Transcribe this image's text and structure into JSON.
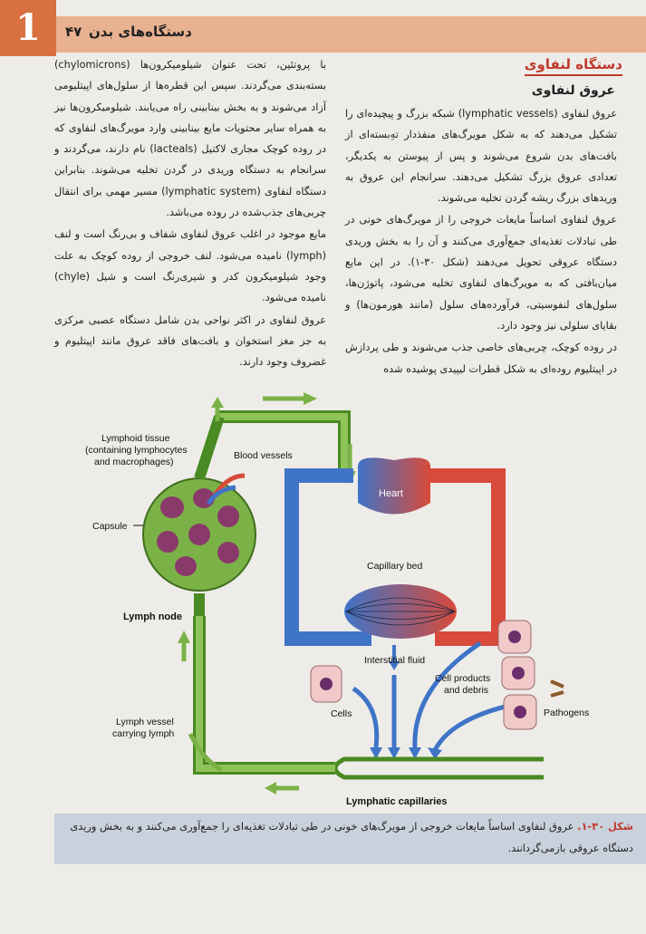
{
  "header": {
    "chapter_number": "1",
    "page_number": "۴۷",
    "title": "دستگاه‌های بدن"
  },
  "section_heading": "دستگاه لنفاوی",
  "sub_heading": "عروق لنفاوی",
  "right_column": {
    "p1": "عروق لنفاوی (lymphatic vessels) شبکه بزرگ و پیچیده‌ای را تشکیل می‌دهند که به شکل مویرگ‌های منفذدار تهِ‌بسته‌ای از بافت‌های بدن شروع می‌شوند و پس از پیوستن به یکدیگر، تعدادی عروق بزرگ تشکیل می‌دهند. سرانجام این عروق به وریدهای بزرگ ریشه گردن تخلیه می‌شوند.",
    "p2": "عروق لنفاوی اساساً مایعات خروجی را از مویرگ‌های خونی در طی تبادلات تغذیه‌ای جمع‌آوری می‌کنند و آن را به بخش وریدی دستگاه عروقی تحویل می‌دهند (شکل ۳۰-۱). در این مایع میان‌بافتی که به مویرگ‌های لنفاوی تخلیه می‌شود، پاتوژن‌ها، سلول‌های لنفوسیتی، فرآورده‌های سلول (مانند هورمون‌ها) و بقایای سلولی نیز وجود دارد.",
    "p3": "در روده کوچک، چربی‌های خاصی جذب می‌شوند و طی پردازش در اپیتلیوم روده‌ای به شکل قطرات لیپیدی پوشیده شده"
  },
  "left_column": {
    "p1": "با پروتئین، تحت عنوان شیلومیکرون‌ها (chylomicrons) بسته‌بندی می‌گردند. سپس این قطره‌ها از سلول‌های اپیتلیومی آزاد می‌شوند و به بخش بینابینی راه می‌یابند. شیلومیکرون‌ها نیز به همراه سایر محتویات مایع بینابینی وارد مویرگ‌های لنفاوی که در روده کوچک مجاری لاکتیل (lacteals) نام دارند، می‌گردند و سرانجام به دستگاه وریدی در گردن تخلیه می‌شوند. بنابراین دستگاه لنفاوی (lymphatic system) مسیر مهمی برای انتقال چربی‌های جذب‌شده در روده می‌باشد.",
    "p2": "مایع موجود در اغلب عروق لنفاوی شفاف و بی‌رنگ است و لنف (lymph) نامیده می‌شود. لنف خروجی از روده کوچک به علت وجود شیلومیکرون کدر و شیری‌رنگ است و شیل (chyle) نامیده می‌شود.",
    "p3": "عروق لنفاوی در اکثر نواحی بدن شامل دستگاه عصبی مرکزی به جز مغز استخوان و بافت‌های فاقد عروق مانند اپیتلیوم و غضروف وجود دارند."
  },
  "figure": {
    "lymphoid_tissue": "Lymphoid tissue",
    "lymphoid_tissue_2": "(containing lymphocytes",
    "lymphoid_tissue_3": "and macrophages)",
    "blood_vessels": "Blood vessels",
    "capsule": "Capsule",
    "lymph_node": "Lymph node",
    "heart": "Heart",
    "capillary_bed": "Capillary bed",
    "interstitial_fluid": "Interstitial fluid",
    "cell_products": "Cell products",
    "and_debris": "and debris",
    "cells": "Cells",
    "pathogens": "Pathogens",
    "lymph_vessel": "Lymph vessel",
    "carrying_lymph": "carrying lymph",
    "lymphatic_capillaries": "Lymphatic capillaries",
    "colors": {
      "lymph": "#5d9e2f",
      "arterial": "#d84a3a",
      "venous": "#3f74c7",
      "node": "#7bb247",
      "spot": "#8a3a6a"
    }
  },
  "caption": {
    "label": "شکل ۳۰-۱.",
    "text": "عروق لنفاوی اساساً مایعات خروجی از مویرگ‌های خونی در طی تبادلات تغذیه‌ای را جمع‌آوری می‌کنند و به بخش وریدی دستگاه عروقی بازمی‌گردانند."
  }
}
